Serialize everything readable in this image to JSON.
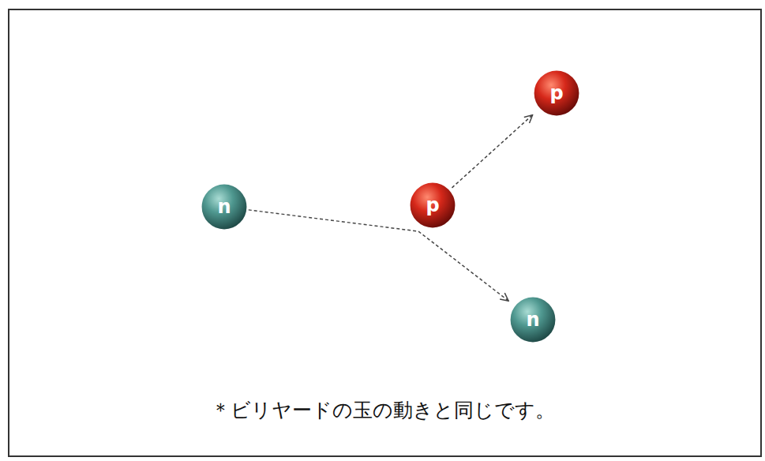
{
  "diagram": {
    "caption": "＊ビリヤードの玉の動きと同じです。",
    "nodes": [
      {
        "text": [
          "n"
        ]
      },
      {
        "text": [
          "p"
        ]
      },
      {
        "text": [
          "p"
        ]
      },
      {
        "text": [
          "n"
        ]
      }
    ],
    "edges": [
      {
        "from": 0,
        "to": 3,
        "arrow": "to"
      },
      {
        "from": 1,
        "to": 2,
        "arrow": "to"
      }
    ]
  }
}
